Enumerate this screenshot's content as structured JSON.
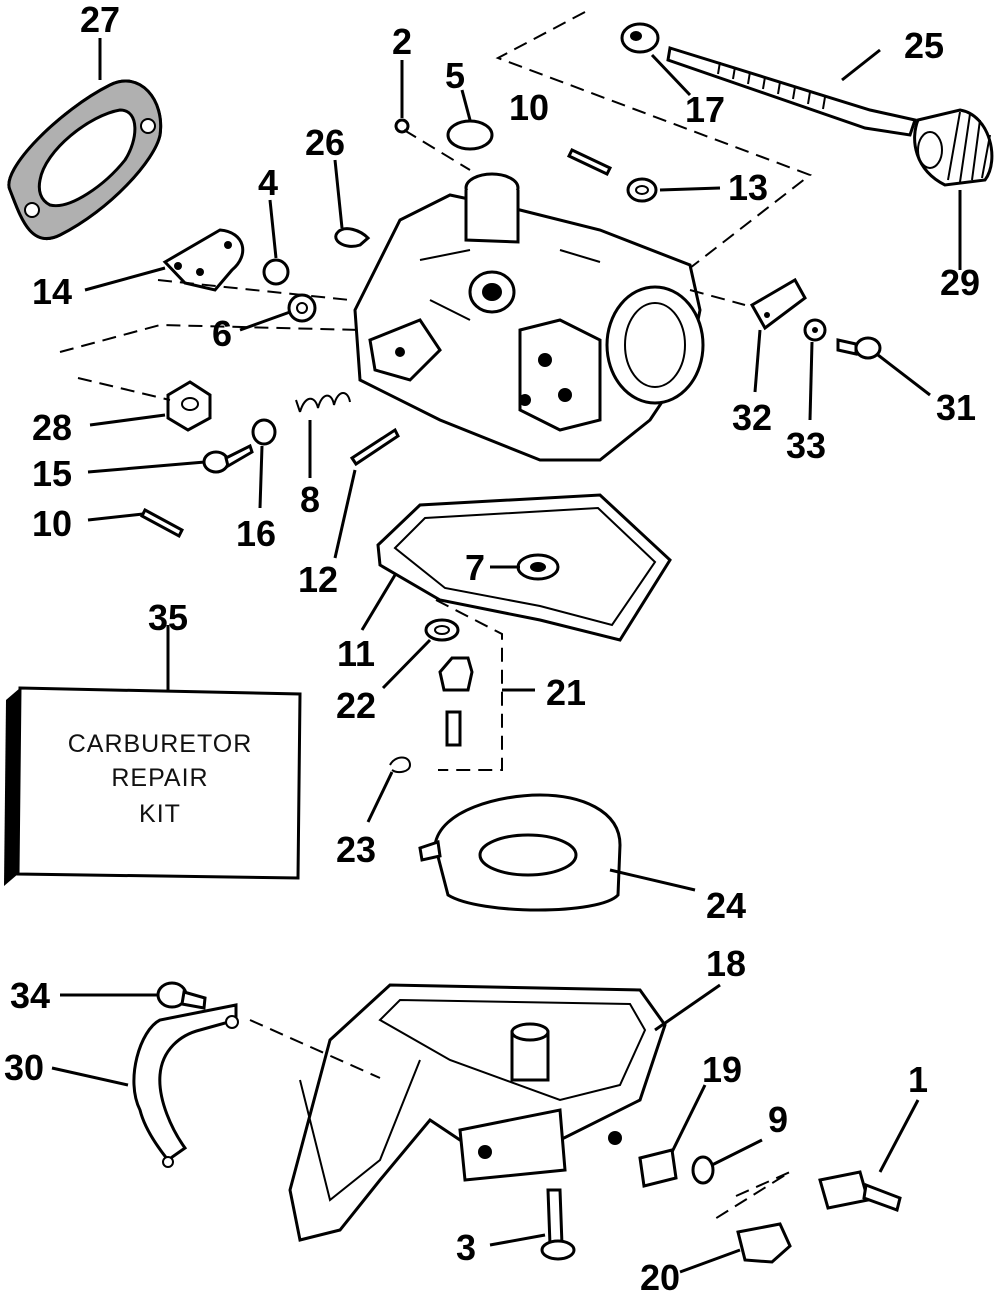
{
  "diagram": {
    "callouts": [
      {
        "id": "c1",
        "label": "1"
      },
      {
        "id": "c2",
        "label": "2"
      },
      {
        "id": "c3",
        "label": "3"
      },
      {
        "id": "c4",
        "label": "4"
      },
      {
        "id": "c5",
        "label": "5"
      },
      {
        "id": "c6",
        "label": "6"
      },
      {
        "id": "c7",
        "label": "7"
      },
      {
        "id": "c8",
        "label": "8"
      },
      {
        "id": "c9",
        "label": "9"
      },
      {
        "id": "c10a",
        "label": "10"
      },
      {
        "id": "c10b",
        "label": "10"
      },
      {
        "id": "c11",
        "label": "11"
      },
      {
        "id": "c12",
        "label": "12"
      },
      {
        "id": "c13",
        "label": "13"
      },
      {
        "id": "c14",
        "label": "14"
      },
      {
        "id": "c15",
        "label": "15"
      },
      {
        "id": "c16",
        "label": "16"
      },
      {
        "id": "c17",
        "label": "17"
      },
      {
        "id": "c18",
        "label": "18"
      },
      {
        "id": "c19",
        "label": "19"
      },
      {
        "id": "c20",
        "label": "20"
      },
      {
        "id": "c21",
        "label": "21"
      },
      {
        "id": "c22",
        "label": "22"
      },
      {
        "id": "c23",
        "label": "23"
      },
      {
        "id": "c24",
        "label": "24"
      },
      {
        "id": "c25",
        "label": "25"
      },
      {
        "id": "c26",
        "label": "26"
      },
      {
        "id": "c27",
        "label": "27"
      },
      {
        "id": "c28",
        "label": "28"
      },
      {
        "id": "c29",
        "label": "29"
      },
      {
        "id": "c30",
        "label": "30"
      },
      {
        "id": "c31",
        "label": "31"
      },
      {
        "id": "c32",
        "label": "32"
      },
      {
        "id": "c33",
        "label": "33"
      },
      {
        "id": "c34",
        "label": "34"
      },
      {
        "id": "c35",
        "label": "35"
      }
    ],
    "repair_kit": {
      "line1": "CARBURETOR",
      "line2": "REPAIR",
      "line3": "KIT"
    }
  }
}
